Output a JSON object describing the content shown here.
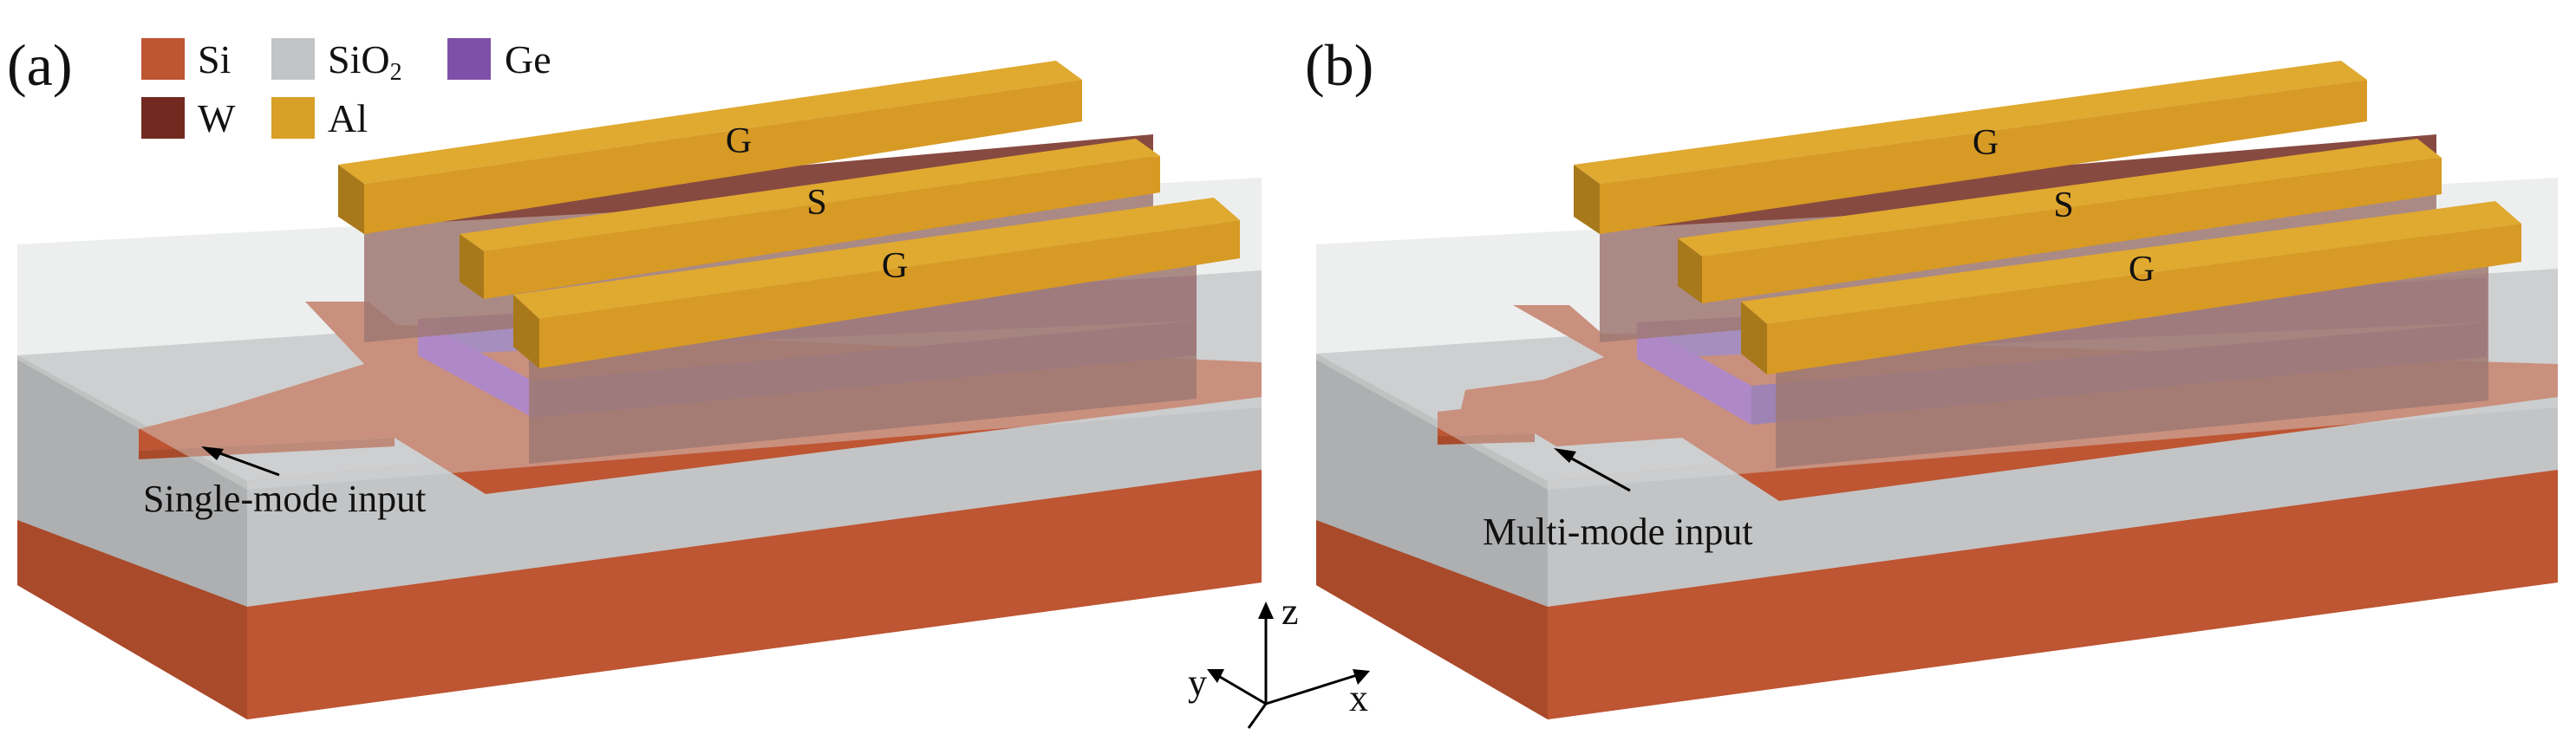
{
  "panels": [
    {
      "label": "(a)",
      "caption": "Single-mode input",
      "gates": [
        "G",
        "S",
        "G"
      ]
    },
    {
      "label": "(b)",
      "caption": "Multi-mode input",
      "gates": [
        "G",
        "S",
        "G"
      ]
    }
  ],
  "legend": [
    {
      "name": "Si",
      "color": "#BE5533"
    },
    {
      "name": "SiO2",
      "color": "#C3C4C5"
    },
    {
      "name": "Ge",
      "color": "#7E50A8"
    },
    {
      "name": "W",
      "color": "#722A20"
    },
    {
      "name": "Al",
      "color": "#D8A027"
    }
  ],
  "legend_text": {
    "si": "Si",
    "sio2": "SiO",
    "sio2_sub": "2",
    "ge": "Ge",
    "w": "W",
    "al": "Al"
  },
  "axes": {
    "x": "x",
    "y": "y",
    "z": "z"
  }
}
